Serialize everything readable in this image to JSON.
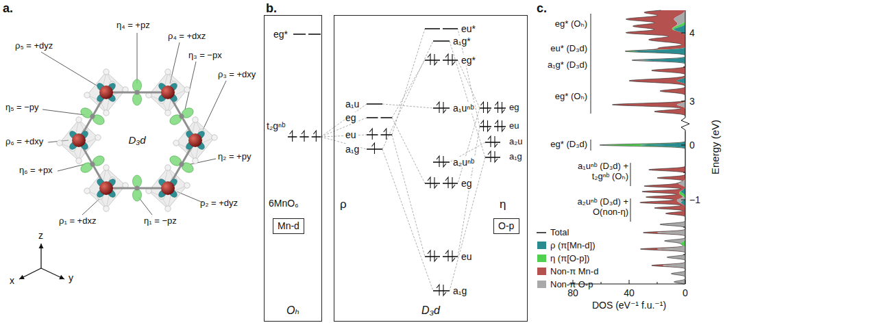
{
  "diagram": {
    "nodes": [
      {
        "text": [
          "6MnO₆",
          "Oₕ"
        ]
      },
      {
        "text": [
          "ρ",
          "η",
          "D₃d"
        ]
      },
      {
        "text": [
          "Mn-d"
        ],
        "in": 0
      },
      {
        "text": [
          "O-p"
        ],
        "in": 1
      }
    ],
    "labels": [
      "a.",
      "ρ₅ = +dyz",
      "η₄ = +pz",
      "ρ₄ = +dxz",
      "η₃ = −px",
      "ρ₃ = +dxy",
      "η₅ = −py",
      "D₃d",
      "ρ₆ = +dxy",
      "η₂ = +py",
      "η₆ = +px",
      "ρ₂ = +dyz",
      "ρ₁ = +dxz",
      "η₁ = −pz",
      "z",
      "x",
      "y",
      "b.",
      "eg*",
      "t₂gⁿᵇ",
      "a₁u",
      "eg",
      "eu",
      "a₁g",
      "eu*",
      "a₁g*",
      "eg*",
      "a₁uⁿᵇ",
      "a₂uⁿᵇ",
      "eg",
      "eu",
      "a₁g",
      "eg",
      "eu",
      "a₂u",
      "a₁g",
      "c.",
      "4",
      "3",
      "0",
      "−1",
      "Energy (eV)",
      "80",
      "40",
      "0",
      "DOS (eV⁻¹ f.u.⁻¹)",
      "eg* (Oₕ)",
      "eu* (D₃d)",
      "a₁g* (D₃d)",
      "eg* (Oₕ)",
      "eg* (D₃d)",
      "a₁uⁿᵇ (D₃d) + t₂gⁿᵇ (Oₕ)",
      "a₂uⁿᵇ (D₃d) + O(non-η)"
    ],
    "legend": [
      {
        "text": "Total"
      },
      {
        "text": "ρ (π[Mn-d])",
        "color": "#2a8c91"
      },
      {
        "text": "η (π[O-p])",
        "color": "#4fd14f"
      },
      {
        "text": "Non-π Mn-d",
        "color": "#b5514e"
      },
      {
        "text": "Non-π O-p",
        "color": "#a9a9a9"
      }
    ]
  }
}
